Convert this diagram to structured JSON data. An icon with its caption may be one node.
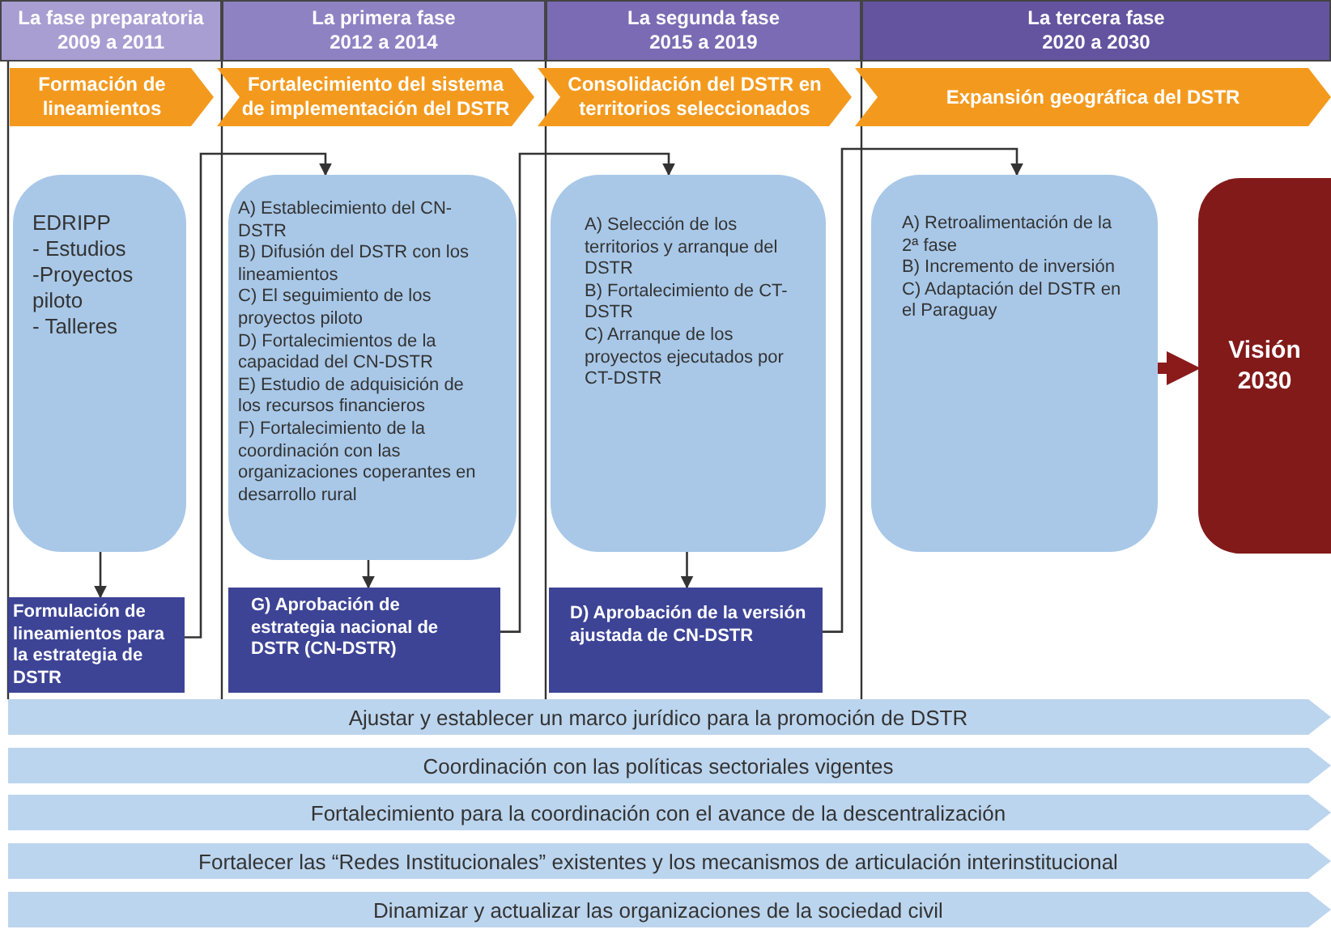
{
  "diagram": {
    "nodes": [
      {
        "text": [
          "La fase preparatoria",
          "2009 a 2011"
        ]
      },
      {
        "text": [
          "La primera fase",
          "2012 a 2014"
        ]
      },
      {
        "text": [
          "La segunda fase",
          "2015 a 2019"
        ]
      },
      {
        "text": [
          "La tercera fase",
          "2020 a 2030"
        ]
      },
      {
        "text": [
          "Formación de lineamientos"
        ]
      },
      {
        "text": [
          "Fortalecimiento del sistema de implementación del DSTR"
        ]
      },
      {
        "text": [
          "Consolidación del DSTR en territorios seleccionados"
        ]
      },
      {
        "text": [
          "Expansión geográfica del DSTR"
        ]
      },
      {
        "text": [
          "EDRIPP",
          "- Estudios",
          "-Proyectos piloto",
          "- Talleres"
        ]
      },
      {
        "text": [
          "Formulación de lineamientos para la estrategia de DSTR"
        ]
      },
      {
        "text": [
          "A) Establecimiento del CN-DSTR",
          "B) Difusión del DSTR con los lineamientos",
          "C) El seguimiento de los proyectos piloto",
          "D) Fortalecimientos de la capacidad del CN-DSTR",
          "E) Estudio de adquisición de los recursos financieros",
          "F) Fortalecimiento de la coordinación con las organizaciones coperantes en desarrollo rural"
        ]
      },
      {
        "text": [
          "G) Aprobación de estrategia nacional de DSTR (CN-DSTR)"
        ]
      },
      {
        "text": [
          "A) Selección de los territorios y arranque del DSTR",
          "B) Fortalecimiento de CT-DSTR",
          "C) Arranque de los proyectos ejecutados por CT-DSTR"
        ]
      },
      {
        "text": [
          "D) Aprobación de la versión ajustada de CN-DSTR"
        ]
      },
      {
        "text": [
          "A) Retroalimentación de la 2ª fase",
          "B) Incremento de inversión",
          "C) Adaptación del DSTR en el Paraguay"
        ]
      },
      {
        "text": [
          "Visión 2030"
        ]
      },
      {
        "text": [
          "Ajustar y establecer un marco jurídico para la promoción de DSTR"
        ]
      },
      {
        "text": [
          "Coordinación con las políticas sectoriales vigentes"
        ]
      },
      {
        "text": [
          "Fortalecimiento para la coordinación con el avance de la descentralización"
        ]
      },
      {
        "text": [
          "Fortalecer las “Redes Institucionales” existentes y los mecanismos de articulación interinstitucional"
        ]
      },
      {
        "text": [
          "Dinamizar y actualizar las organizaciones de la sociedad civil"
        ]
      }
    ],
    "edges": [
      {
        "from": 8,
        "to": 9,
        "arrow": "to"
      },
      {
        "from": 9,
        "to": 10,
        "arrow": "to"
      },
      {
        "from": 10,
        "to": 11,
        "arrow": "to"
      },
      {
        "from": 11,
        "to": 12,
        "arrow": "to"
      },
      {
        "from": 12,
        "to": 13,
        "arrow": "to"
      },
      {
        "from": 13,
        "to": 14,
        "arrow": "to"
      },
      {
        "from": 14,
        "to": 15,
        "arrow": "to",
        "style": "thick",
        "color": "#8b1a1a"
      }
    ]
  }
}
